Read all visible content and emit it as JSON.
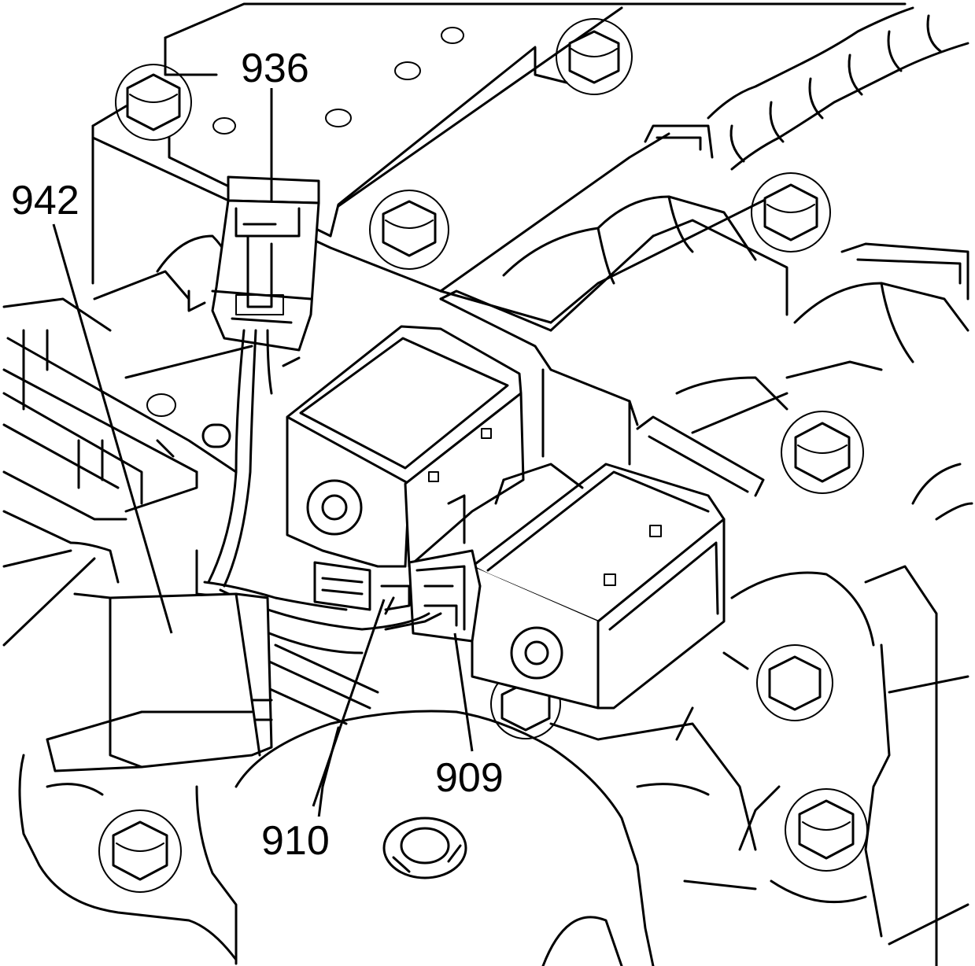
{
  "callouts": {
    "c936": "936",
    "c942": "942",
    "c910": "910",
    "c909": "909"
  }
}
